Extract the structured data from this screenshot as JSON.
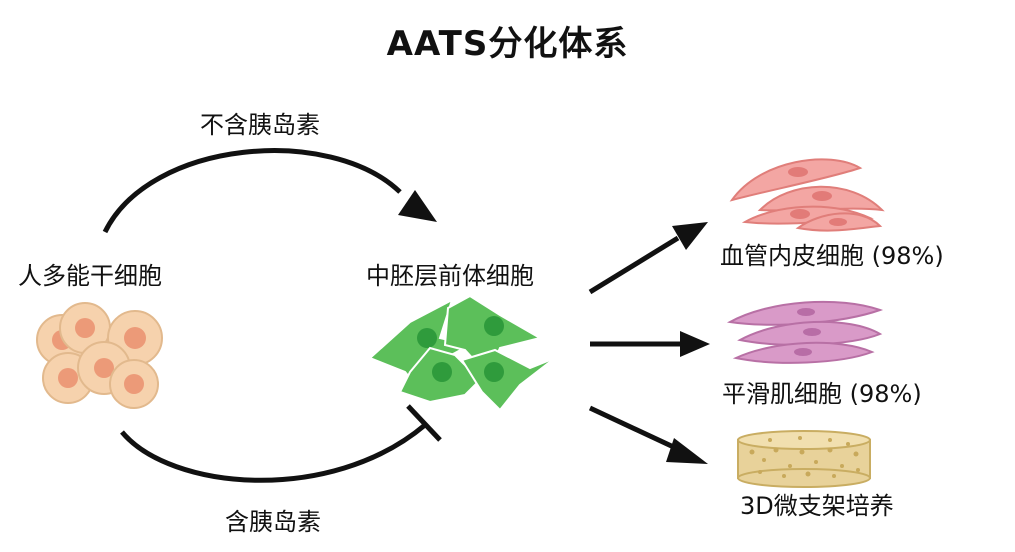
{
  "title": "AATS分化体系",
  "labels": {
    "stem_cells": "人多能干细胞",
    "mesoderm": "中胚层前体细胞",
    "without_insulin": "不含胰岛素",
    "with_insulin": "含胰岛素",
    "endothelial": "血管内皮细胞 (98%)",
    "smooth_muscle": "平滑肌细胞 (98%)",
    "scaffold": "3D微支架培养"
  },
  "colors": {
    "stem_fill": "#f6d2ad",
    "stem_nucleus": "#ec9a78",
    "mesoderm_fill": "#5cbf5a",
    "mesoderm_nucleus": "#2f9b3c",
    "endothelial_fill": "#f3a6a3",
    "smooth_muscle_fill": "#d99ac8",
    "scaffold_fill": "#e8d29a",
    "arrow": "#111111"
  }
}
